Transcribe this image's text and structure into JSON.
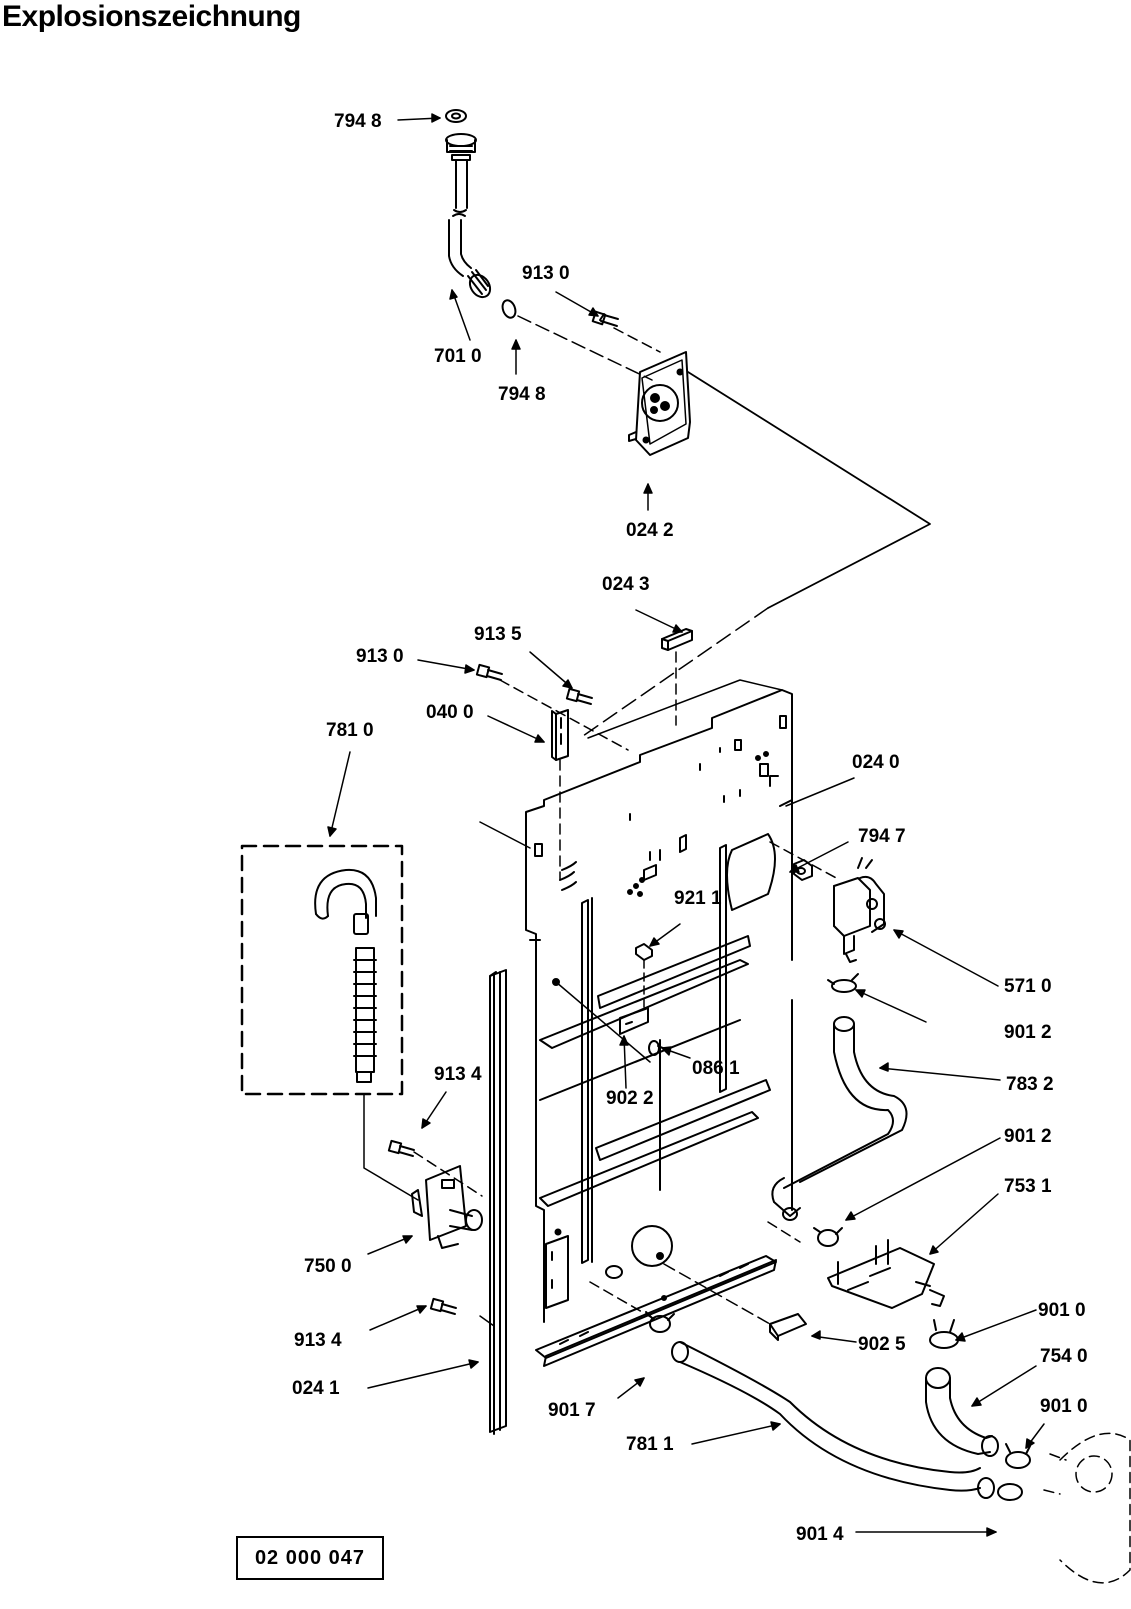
{
  "title": "Explosionszeichnung",
  "drawing_number": "02 000 047",
  "labels": {
    "l7948a": "794 8",
    "l9130a": "913 0",
    "l7010": "701 0",
    "l7948b": "794 8",
    "l0242": "024  2",
    "l0243": "024 3",
    "l9135": "913 5",
    "l9130b": "913 0",
    "l0400": "040 0",
    "l7810": "781 0",
    "l0240": "024 0",
    "l7947": "794 7",
    "l9211": "921 1",
    "l5710": "571 0",
    "l9012a": "901 2",
    "l0861": "086 1",
    "l9022": "902 2",
    "l7832": "783 2",
    "l9134a": "913 4",
    "l9012b": "901 2",
    "l7531": "753 1",
    "l7500": "750 0",
    "l9010a": "901 0",
    "l9134b": "913 4",
    "l9025": "902 5",
    "l7540": "754 0",
    "l0241": "024 1",
    "l9017": "901 7",
    "l9010b": "901 0",
    "l7811": "781 1",
    "l9014": "901 4"
  }
}
